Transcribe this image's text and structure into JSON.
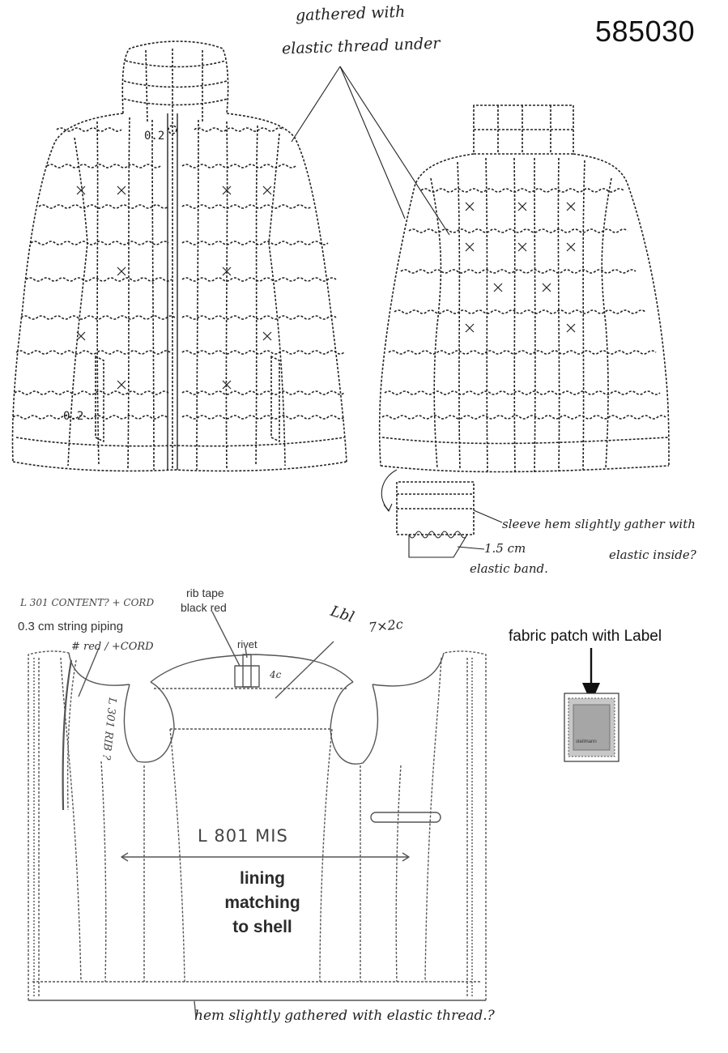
{
  "style_number": "585030",
  "annotations": {
    "gathered_line1": "gathered with",
    "gathered_line2": "elastic thread under",
    "measure_front_top": "0.2",
    "measure_front_pocket": "0.2",
    "cuff_line1": "sleeve hem slightly gather with",
    "cuff_line2": "elastic inside?",
    "cuff_line3": "1.5 cm",
    "cuff_line4": "elastic band.",
    "lining_contents": "L 301 CONTENT? + CORD",
    "piping_line1": "0.3 cm string piping",
    "piping_line2": "# red / +CORD",
    "rib_line1": "rib tape",
    "rib_line2": "black red",
    "rivet": "rivet",
    "four_cm": "4c",
    "label_note1": "Lbl",
    "label_note2": "7×2c",
    "side_label": "L 301 RIB ?",
    "inner_code": "L 801 MIS",
    "lining_line1": "lining",
    "lining_line2": "matching",
    "lining_line3": "to shell",
    "hem_note": "hem slightly gathered with elastic thread.?",
    "patch_caption": "fabric patch with Label",
    "patch_brand": "steilmann"
  },
  "colors": {
    "ink": "#222222",
    "patch_fill": "#c8c8c8",
    "patch_label": "#a6a6a6"
  }
}
